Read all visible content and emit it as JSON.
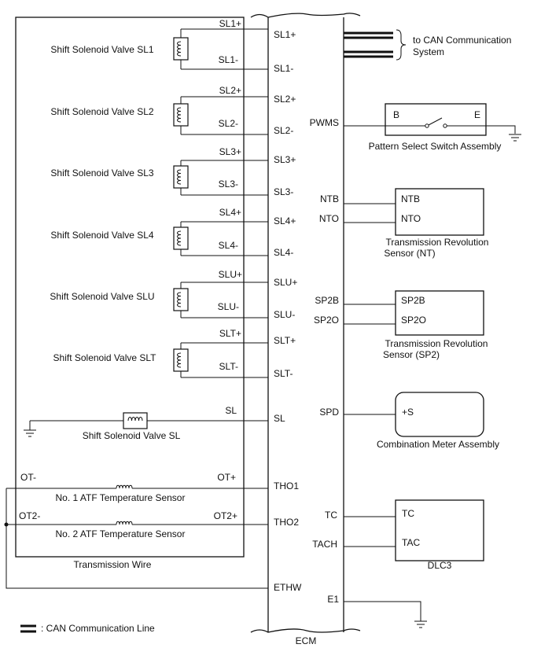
{
  "ecm": {
    "label": "ECM",
    "pins": {
      "sl1p": "SL1+",
      "sl1m": "SL1-",
      "sl2p": "SL2+",
      "sl2m": "SL2-",
      "sl3p": "SL3+",
      "sl3m": "SL3-",
      "sl4p": "SL4+",
      "sl4m": "SL4-",
      "slup": "SLU+",
      "slum": "SLU-",
      "sltp": "SLT+",
      "sltm": "SLT-",
      "sl": "SL",
      "tho1": "THO1",
      "tho2": "THO2",
      "ethw": "ETHW",
      "pwms": "PWMS",
      "ntb": "NTB",
      "nto": "NTO",
      "sp2b": "SP2B",
      "sp2o": "SP2O",
      "spd": "SPD",
      "tc": "TC",
      "tach": "TACH",
      "e1": "E1"
    }
  },
  "transmission_wire": {
    "label": "Transmission Wire",
    "terminals": {
      "sl1p": "SL1+",
      "sl1m": "SL1-",
      "sl2p": "SL2+",
      "sl2m": "SL2-",
      "sl3p": "SL3+",
      "sl3m": "SL3-",
      "sl4p": "SL4+",
      "sl4m": "SL4-",
      "slup": "SLU+",
      "slum": "SLU-",
      "sltp": "SLT+",
      "sltm": "SLT-",
      "sl": "SL",
      "otm": "OT-",
      "otp": "OT+",
      "ot2m": "OT2-",
      "ot2p": "OT2+"
    },
    "solenoids": {
      "sl1": "Shift Solenoid Valve SL1",
      "sl2": "Shift Solenoid Valve SL2",
      "sl3": "Shift Solenoid Valve SL3",
      "sl4": "Shift Solenoid Valve SL4",
      "slu": "Shift Solenoid Valve SLU",
      "slt": "Shift Solenoid Valve SLT",
      "sl": "Shift Solenoid Valve SL"
    },
    "atf1": "No. 1 ATF Temperature Sensor",
    "atf2": "No. 2 ATF Temperature Sensor"
  },
  "can_system": {
    "line1": "to CAN Communication",
    "line2": "System"
  },
  "pattern_switch": {
    "label": "Pattern Select Switch Assembly",
    "b": "B",
    "e": "E"
  },
  "nt_sensor": {
    "ntb": "NTB",
    "nto": "NTO",
    "line1": "Transmission Revolution",
    "line2": "Sensor (NT)"
  },
  "sp2_sensor": {
    "sp2b": "SP2B",
    "sp2o": "SP2O",
    "line1": "Transmission Revolution",
    "line2": "Sensor (SP2)"
  },
  "meter": {
    "pin": "+S",
    "label": "Combination Meter Assembly"
  },
  "dlc3": {
    "tc": "TC",
    "tac": "TAC",
    "label": "DLC3"
  },
  "legend": {
    "label": ": CAN Communication Line"
  }
}
